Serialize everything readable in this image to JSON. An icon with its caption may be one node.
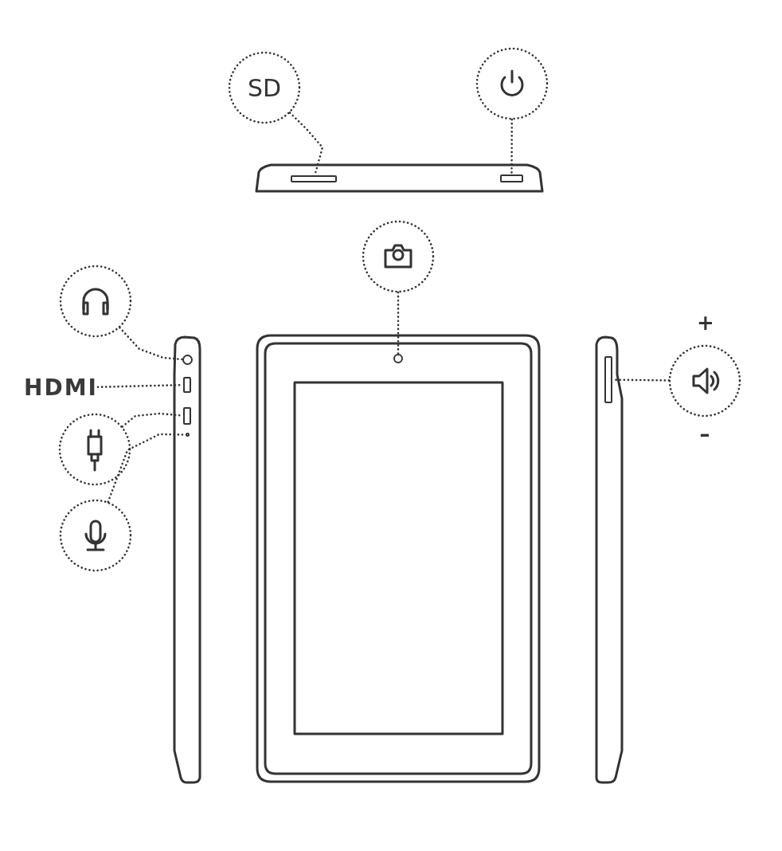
{
  "diagram": {
    "nodes": [
      {
        "text": [
          "SD"
        ]
      },
      {
        "text": [],
        "shape": "circle"
      },
      {
        "text": [],
        "shape": "box"
      },
      {
        "text": [],
        "shape": "box"
      },
      {
        "text": [],
        "shape": "circle"
      },
      {
        "text": [],
        "shape": "circle"
      },
      {
        "text": [],
        "shape": "circle"
      },
      {
        "text": [
          "HDMI"
        ]
      },
      {
        "text": [],
        "shape": "circle"
      },
      {
        "text": [],
        "shape": "circle"
      },
      {
        "text": [],
        "shape": "circle"
      },
      {
        "text": [],
        "shape": "box"
      },
      {
        "text": [],
        "shape": "box"
      },
      {
        "text": [],
        "shape": "circle"
      },
      {
        "text": [],
        "shape": "circle",
        "beside": [
          "+",
          "–"
        ]
      },
      {
        "text": [],
        "shape": "box"
      }
    ],
    "edges": [
      {
        "from": 0,
        "to": 2,
        "arrow": "none"
      },
      {
        "from": 1,
        "to": 3,
        "arrow": "none"
      },
      {
        "from": 4,
        "to": 5,
        "arrow": "none"
      },
      {
        "from": 6,
        "to": 10,
        "arrow": "none"
      },
      {
        "from": 7,
        "to": 11,
        "arrow": "none"
      },
      {
        "from": 8,
        "to": 12,
        "arrow": "none"
      },
      {
        "from": 9,
        "to": 13,
        "arrow": "none"
      },
      {
        "from": 14,
        "to": 15,
        "arrow": "none"
      }
    ]
  }
}
